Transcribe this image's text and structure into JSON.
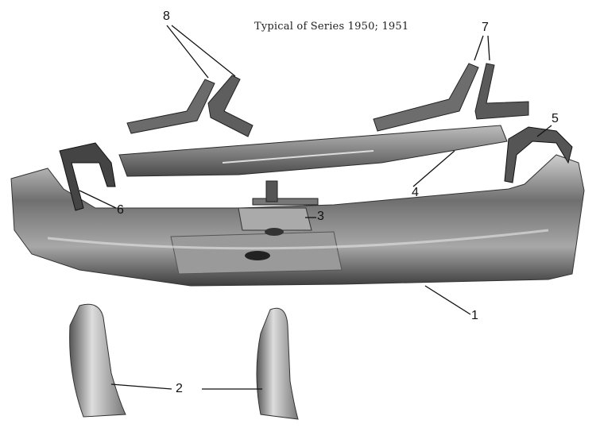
{
  "title": "Typical of Series 1950; 1951",
  "callouts": {
    "c1": "1",
    "c2": "2",
    "c3": "3",
    "c4": "4",
    "c5": "5",
    "c6": "6",
    "c7": "7",
    "c8": "8"
  },
  "colors": {
    "metal_dark": "#3a3a3a",
    "metal_mid": "#8a8a8a",
    "metal_light": "#d8d8d8"
  }
}
